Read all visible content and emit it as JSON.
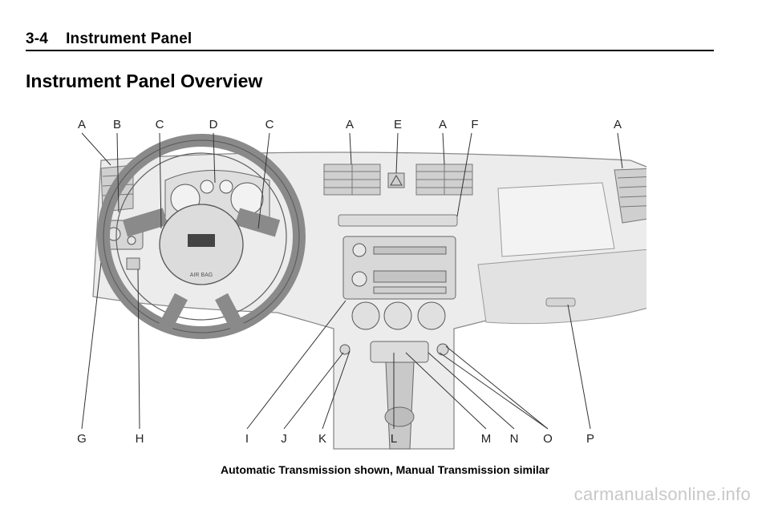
{
  "header": {
    "page_number": "3-4",
    "section": "Instrument Panel"
  },
  "title": "Instrument Panel Overview",
  "figure": {
    "top_labels": [
      "A",
      "B",
      "C",
      "D",
      "C",
      "A",
      "E",
      "A",
      "F",
      "A"
    ],
    "bottom_labels": [
      "G",
      "H",
      "I",
      "J",
      "K",
      "L",
      "M",
      "N",
      "O",
      "P"
    ],
    "airbag_text": "AIR BAG"
  },
  "caption": "Automatic Transmission shown, Manual Transmission similar",
  "watermark": "carmanualsonline.info"
}
